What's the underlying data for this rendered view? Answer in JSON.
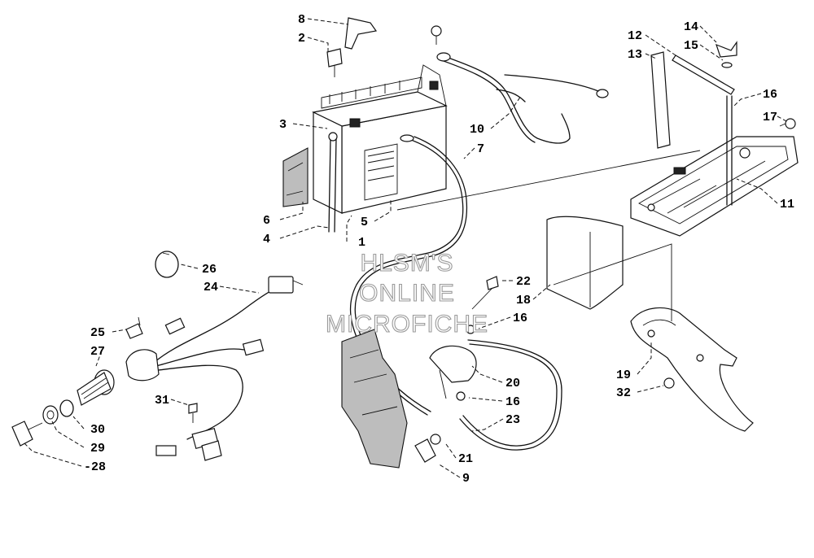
{
  "callouts": [
    {
      "id": "c8",
      "text": "8"
    },
    {
      "id": "c2",
      "text": "2"
    },
    {
      "id": "c3",
      "text": "3"
    },
    {
      "id": "c6",
      "text": "6"
    },
    {
      "id": "c4",
      "text": "4"
    },
    {
      "id": "c5",
      "text": "5"
    },
    {
      "id": "c1",
      "text": "1"
    },
    {
      "id": "c10",
      "text": "10"
    },
    {
      "id": "c7",
      "text": "7"
    },
    {
      "id": "c14",
      "text": "14"
    },
    {
      "id": "c12",
      "text": "12"
    },
    {
      "id": "c15",
      "text": "15"
    },
    {
      "id": "c13",
      "text": "13"
    },
    {
      "id": "c16a",
      "text": "16"
    },
    {
      "id": "c17",
      "text": "17"
    },
    {
      "id": "c11",
      "text": "11"
    },
    {
      "id": "c26",
      "text": "26"
    },
    {
      "id": "c24",
      "text": "24"
    },
    {
      "id": "c22",
      "text": "22"
    },
    {
      "id": "c18",
      "text": "18"
    },
    {
      "id": "c16b",
      "text": "16"
    },
    {
      "id": "c25",
      "text": "25"
    },
    {
      "id": "c27",
      "text": "27"
    },
    {
      "id": "c20",
      "text": "20"
    },
    {
      "id": "c16c",
      "text": "16"
    },
    {
      "id": "c19",
      "text": "19"
    },
    {
      "id": "c32",
      "text": "32"
    },
    {
      "id": "c31",
      "text": "31"
    },
    {
      "id": "c23",
      "text": "23"
    },
    {
      "id": "c30",
      "text": "30"
    },
    {
      "id": "c29",
      "text": "29"
    },
    {
      "id": "c21",
      "text": "21"
    },
    {
      "id": "c28",
      "text": "-28"
    },
    {
      "id": "c9",
      "text": "9"
    }
  ],
  "watermark": [
    "HLSM'S",
    "ONLINE",
    "MICROFICHE"
  ]
}
